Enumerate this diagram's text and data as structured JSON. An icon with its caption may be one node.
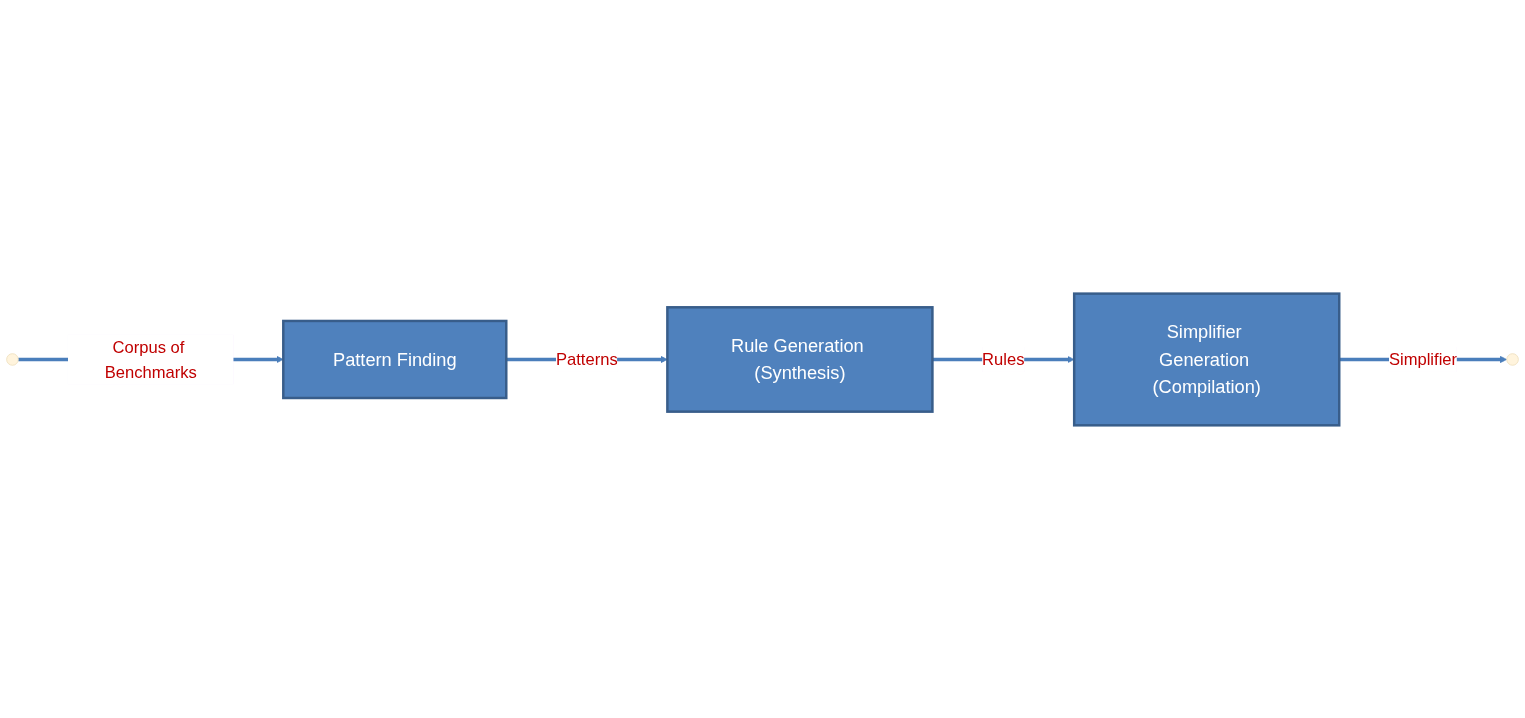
{
  "diagram": {
    "nodes": [
      {
        "text": [
          "Pattern Finding"
        ]
      },
      {
        "text": [
          "Rule Generation (Synthesis)"
        ]
      },
      {
        "text": [
          "Simplifier Generation (Compilation)"
        ]
      }
    ],
    "edges": [
      {
        "from": null,
        "to": 0,
        "arrow": "to",
        "label": "Corpus of Benchmarks"
      },
      {
        "from": 0,
        "to": 1,
        "arrow": "to",
        "label": "Patterns"
      },
      {
        "from": 1,
        "to": 2,
        "arrow": "to",
        "label": "Rules"
      },
      {
        "from": 2,
        "to": null,
        "arrow": "to",
        "label": "Simplifier"
      }
    ]
  }
}
